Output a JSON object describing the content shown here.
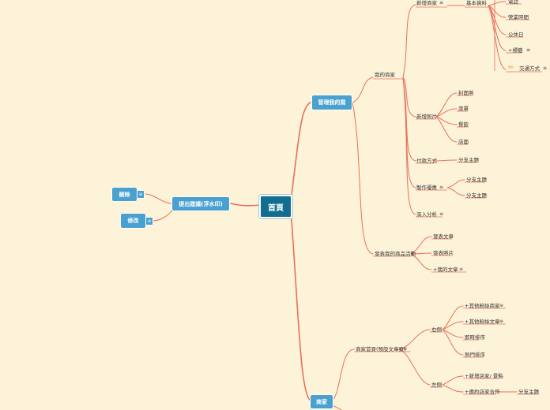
{
  "root": "首頁",
  "left": {
    "main": "提出建議(浮水印)",
    "children": [
      "刪除",
      "修改"
    ]
  },
  "right_top": {
    "main": "管理我的窩",
    "my_shop": "我的商家",
    "add_shop": "新增商家",
    "basic_info": "基本資料",
    "basic_items": [
      "電話",
      "營業時間",
      "公休日",
      "+標籤",
      "交通方式"
    ],
    "add_photo": "新增照片",
    "photo_items": [
      "封面照",
      "菜單",
      "餐飲",
      "店面"
    ],
    "payment": "付款方式",
    "payment_sub": "分支主題",
    "make_coupon": "製作優惠",
    "coupon_subs": [
      "分支主題",
      "分支主題"
    ],
    "deep_analysis": "深入分析",
    "publish": "發表我的商品活動",
    "publish_items": [
      "發表文章",
      "發表照片",
      "+我的文章"
    ]
  },
  "right_bottom": {
    "main": "商家",
    "homepage": "商家首頁(預設文章頁)",
    "right": "右側",
    "right_items": [
      "+其他粉絲商家",
      "+其他粉絲文章",
      "即時排序",
      "熱門排序"
    ],
    "left": "左側",
    "left_items": [
      "+新增店家/ 景點",
      "+邀約店家合作"
    ],
    "cooperate_sub": "分支主題"
  },
  "colors": {
    "link": "#e8705a",
    "accent": "#4aa1cf",
    "root": "#126e8f",
    "background": "#fdf3d9"
  },
  "menu_icon": "≡",
  "pencil_icon": "✏"
}
